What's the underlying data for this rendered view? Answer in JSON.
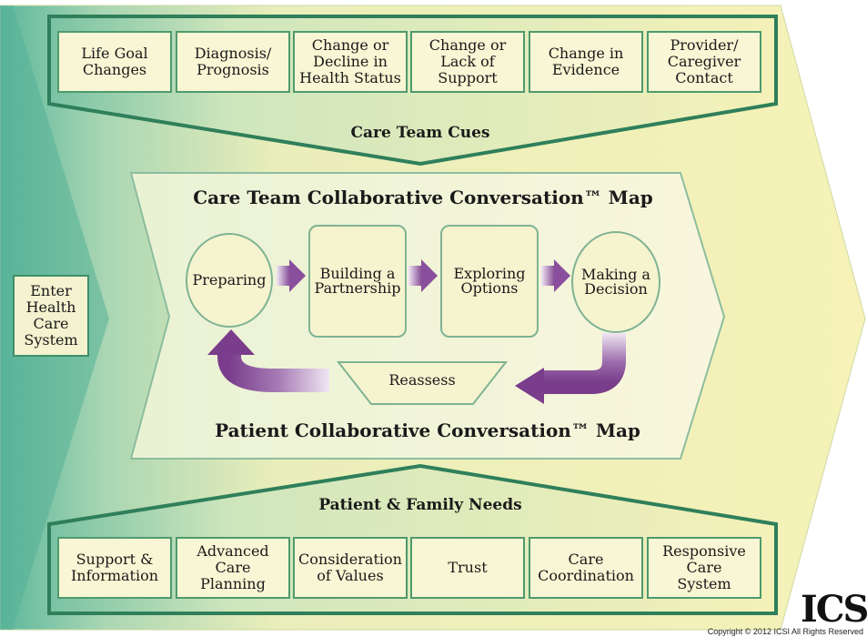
{
  "cues": {
    "items": [
      "Life Goal\nChanges",
      "Diagnosis/\nPrognosis",
      "Change or\nDecline in\nHealth Status",
      "Change or\nLack of\nSupport",
      "Change in\nEvidence",
      "Provider/\nCaregiver\nContact"
    ],
    "heading": "Care Team Cues"
  },
  "map": {
    "care_team_title": "Care Team Collaborative Conversation™ Map",
    "patient_title": "Patient Collaborative Conversation™ Map",
    "steps": {
      "preparing": "Preparing",
      "building": "Building a\nPartnership",
      "exploring": "Exploring\nOptions",
      "deciding": "Making a\nDecision",
      "reassess": "Reassess"
    }
  },
  "entry": {
    "label": "Enter\nHealth\nCare\nSystem"
  },
  "needs": {
    "heading": "Patient & Family Needs",
    "items": [
      "Support &\nInformation",
      "Advanced\nCare\nPlanning",
      "Consideration\nof Values",
      "Trust",
      "Care\nCoordination",
      "Responsive\nCare\nSystem"
    ]
  },
  "logo_text": "ICSI",
  "copyright": "Copyright © 2012 ICSI All Rights Reserved",
  "colors": {
    "frame": "#2f7f5a",
    "teal": "#5fb9a0",
    "yellow": "#f5f1b6",
    "arrow_purple": "#7a3d8c"
  }
}
